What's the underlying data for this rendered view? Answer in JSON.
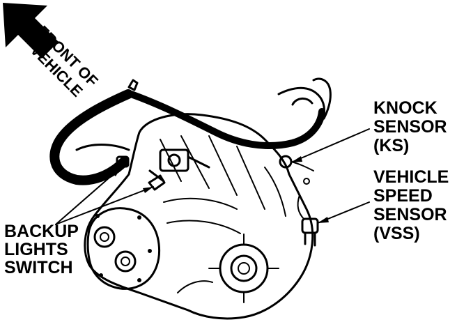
{
  "orientation": {
    "line1": "FRONT OF",
    "line2": "VEHICLE"
  },
  "callouts": {
    "knock_sensor": [
      "KNOCK",
      "SENSOR",
      "(KS)"
    ],
    "vehicle_speed_sensor": [
      "VEHICLE",
      "SPEED",
      "SENSOR",
      "(VSS)"
    ],
    "backup_lights_switch": [
      "BACKUP",
      "LIGHTS",
      "SWITCH"
    ]
  },
  "colors": {
    "ink": "#000000",
    "paper": "#ffffff"
  }
}
